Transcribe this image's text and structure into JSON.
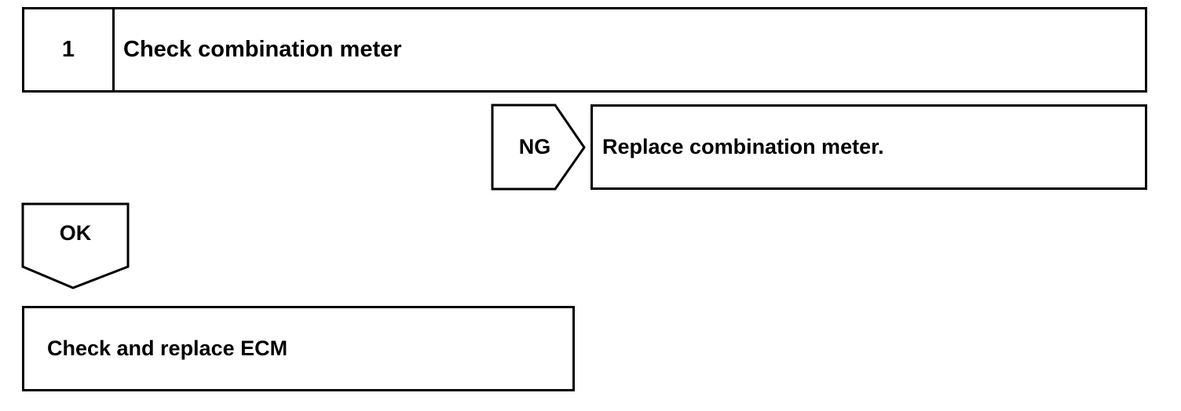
{
  "step": {
    "number": "1",
    "title": "Check combination meter"
  },
  "ng_branch": {
    "label": "NG",
    "action": "Replace combination meter."
  },
  "ok_branch": {
    "label": "OK",
    "action": "Check and replace ECM"
  }
}
